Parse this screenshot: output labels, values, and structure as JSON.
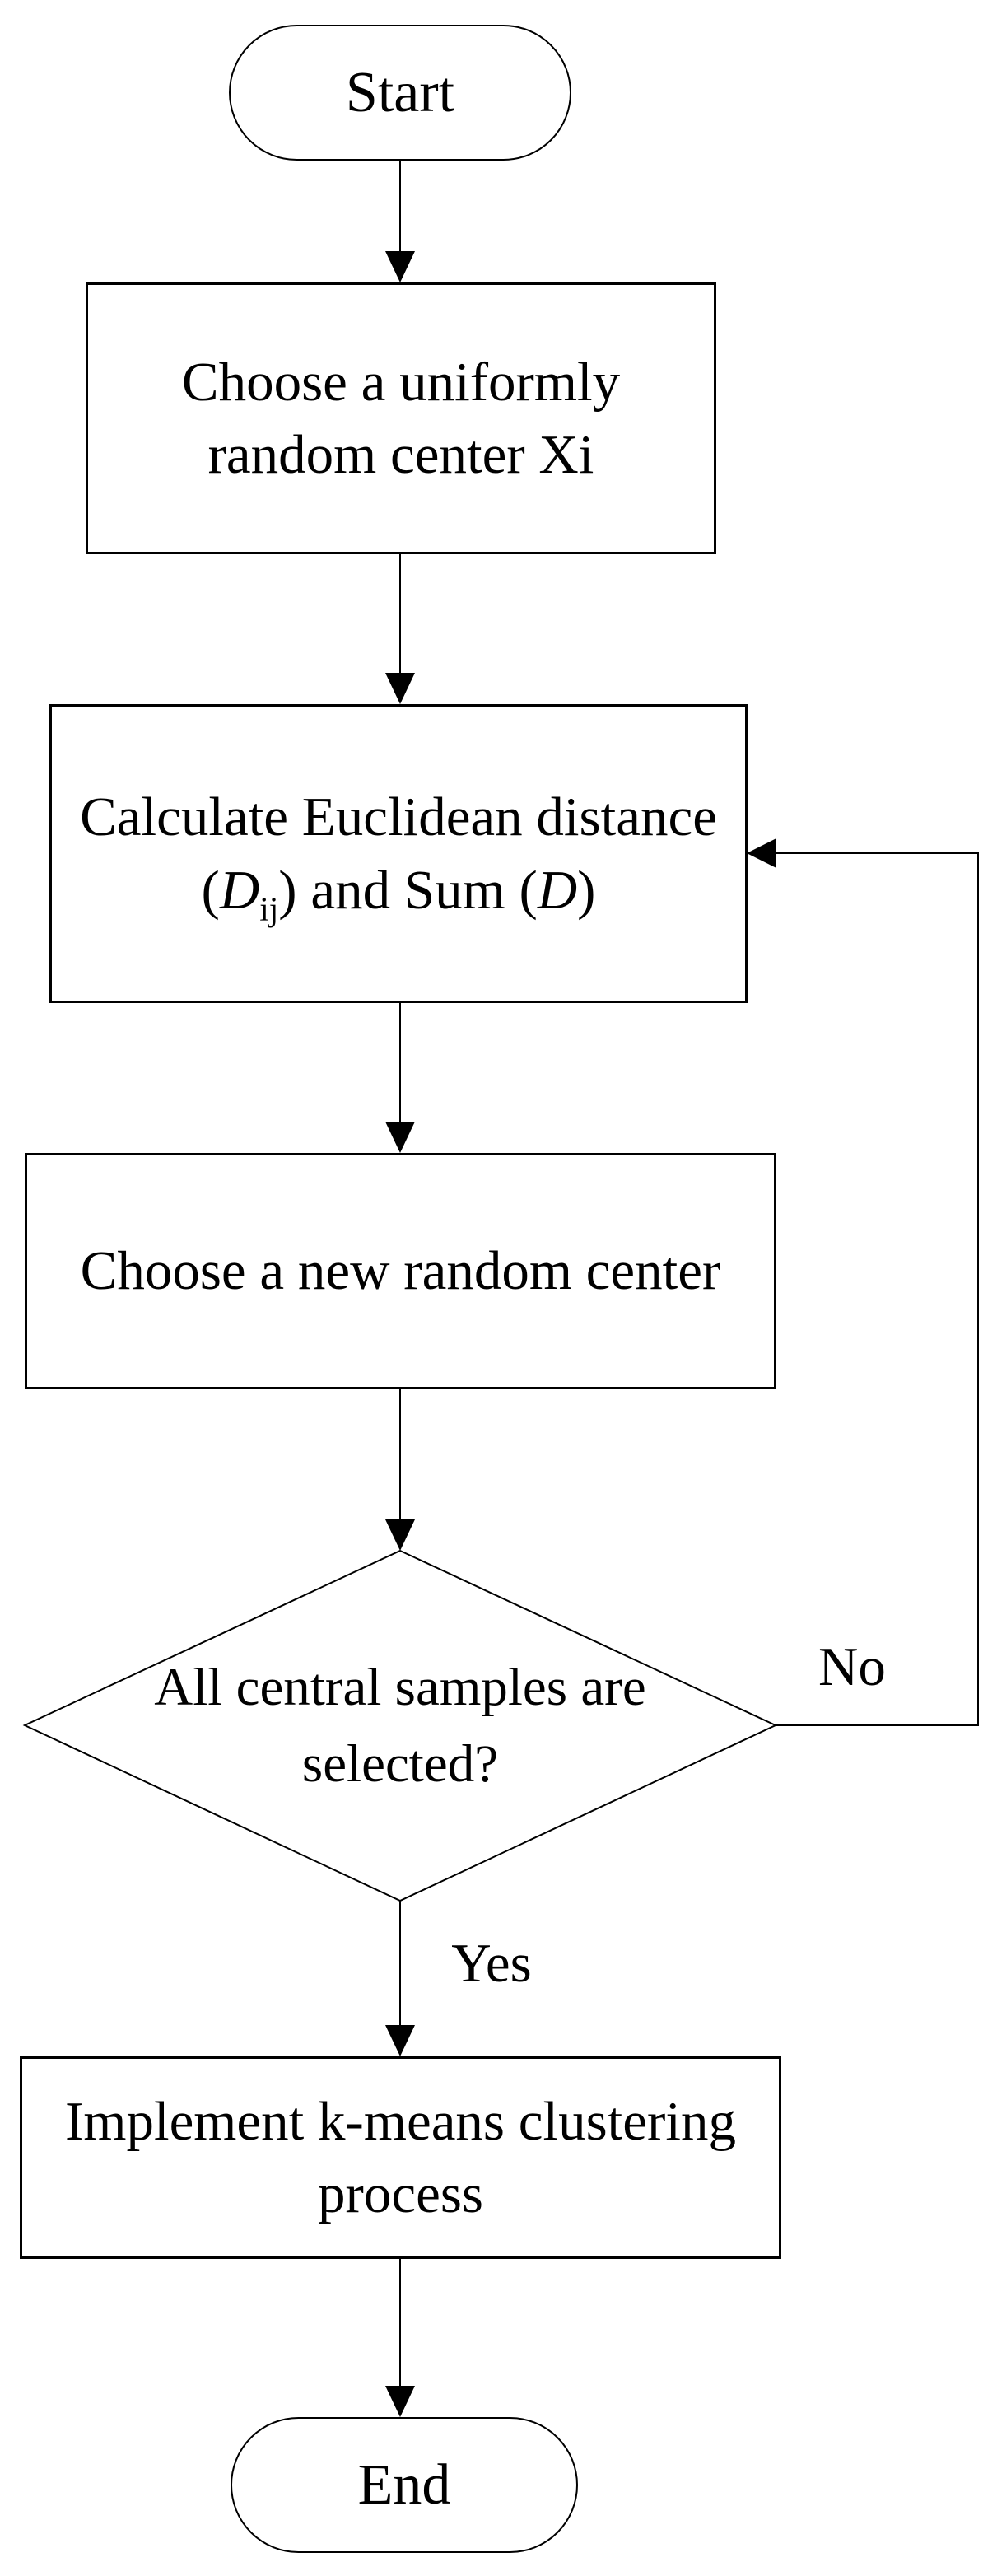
{
  "flowchart": {
    "colors": {
      "line": "#000000",
      "fill": "#ffffff",
      "text": "#000000"
    },
    "nodes": {
      "start": {
        "label": "Start"
      },
      "choose_uniform": {
        "line1": "Choose a uniformly",
        "line2": "random center Xi"
      },
      "calc_distance": {
        "line1": "Calculate Euclidean distance",
        "open_paren": "(",
        "d1": "D",
        "sub1": "ij",
        "mid": ") and Sum (",
        "d2": "D",
        "close_paren": ")"
      },
      "choose_new": {
        "label": "Choose a new random center"
      },
      "decision": {
        "line1": "All central samples are",
        "line2": "selected?"
      },
      "implement": {
        "line1": "Implement k-means clustering",
        "line2": "process"
      },
      "end": {
        "label": "End"
      }
    },
    "edges": {
      "no_label": "No",
      "yes_label": "Yes"
    }
  }
}
